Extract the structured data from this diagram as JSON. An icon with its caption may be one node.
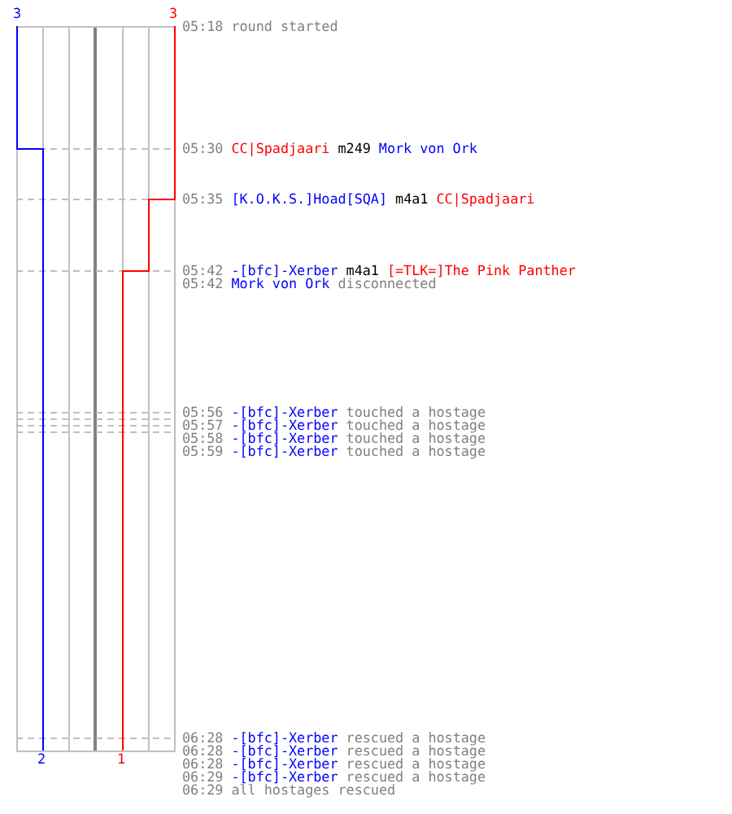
{
  "diagram": {
    "labels": [
      "3",
      "3",
      "05:18",
      "round started",
      "05:30",
      "CC|Spadjaari",
      "m249",
      "Mork von Ork",
      "05:35",
      "[K.O.K.S.]Hoad[SQA]",
      "m4a1",
      "CC|Spadjaari",
      "05:42",
      "-[bfc]-Xerber",
      "m4a1",
      "[=TLK=]The Pink Panther",
      "05:42",
      "Mork von Ork",
      "disconnected",
      "05:56",
      "-[bfc]-Xerber",
      "touched a hostage",
      "05:57",
      "-[bfc]-Xerber",
      "touched a hostage",
      "05:58",
      "-[bfc]-Xerber",
      "touched a hostage",
      "05:59",
      "-[bfc]-Xerber",
      "touched a hostage",
      "06:28",
      "-[bfc]-Xerber",
      "rescued a hostage",
      "06:28",
      "-[bfc]-Xerber",
      "rescued a hostage",
      "06:28",
      "-[bfc]-Xerber",
      "rescued a hostage",
      "06:29",
      "-[bfc]-Xerber",
      "rescued a hostage",
      "06:29",
      "all hostages rescued",
      "2",
      "1"
    ]
  }
}
